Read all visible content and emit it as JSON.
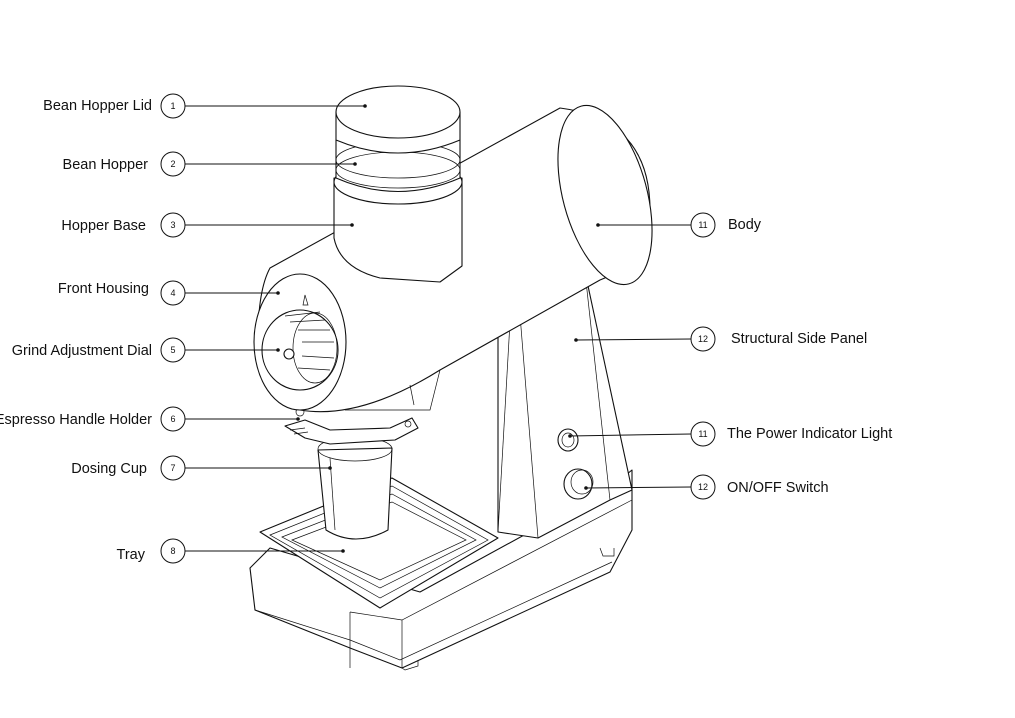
{
  "diagram": {
    "callouts_left": [
      {
        "number": "1",
        "label": "Bean Hopper Lid"
      },
      {
        "number": "2",
        "label": "Bean Hopper"
      },
      {
        "number": "3",
        "label": "Hopper Base"
      },
      {
        "number": "4",
        "label": "Front Housing"
      },
      {
        "number": "5",
        "label": "Grind Adjustment Dial"
      },
      {
        "number": "6",
        "label": "Espresso Handle Holder"
      },
      {
        "number": "7",
        "label": "Dosing Cup"
      },
      {
        "number": "8",
        "label": "Tray"
      }
    ],
    "callouts_right": [
      {
        "number": "11",
        "label": "Body"
      },
      {
        "number": "12",
        "label": "Structural Side Panel"
      },
      {
        "number": "11",
        "label": "The Power Indicator Light"
      },
      {
        "number": "12",
        "label": "ON/OFF Switch"
      }
    ]
  }
}
